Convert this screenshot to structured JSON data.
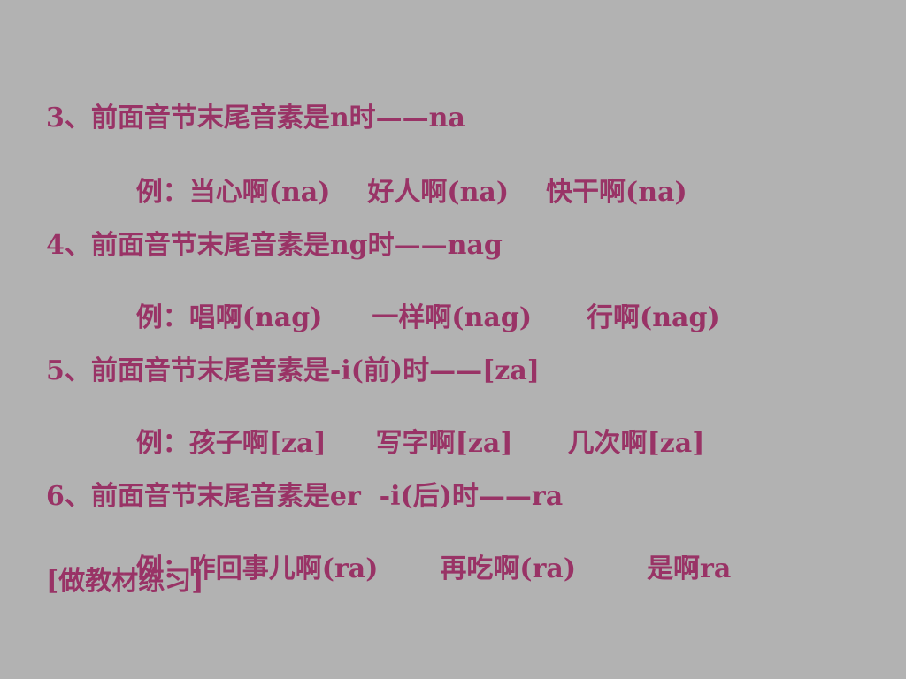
{
  "sections": [
    {
      "rule": "3、前面音节末尾音素是n时——na",
      "example_prefix": "例：",
      "examples": [
        "当心啊(na)",
        "好人啊(na)",
        "快干啊(na)"
      ]
    },
    {
      "rule": "4、前面音节末尾音素是ng时——nag",
      "example_prefix": "例：",
      "examples": [
        "唱啊(nag)",
        "一样啊(nag)",
        "行啊(nag)"
      ]
    },
    {
      "rule": "5、前面音节末尾音素是-i(前)时——[za]",
      "example_prefix": "例：",
      "examples": [
        "孩子啊[za]",
        "写字啊[za]",
        "几次啊[za]"
      ]
    },
    {
      "rule": "6、前面音节末尾音素是er  -i(后)时——ra",
      "example_prefix": "例：",
      "examples": [
        "咋回事儿啊(ra)",
        "再吃啊(ra)",
        "是啊ra"
      ]
    }
  ],
  "footer": "[做教材练习]",
  "colors": {
    "background": "#b2b2b2",
    "text": "#993366"
  }
}
